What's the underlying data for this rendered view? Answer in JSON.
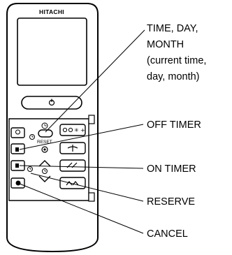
{
  "remote": {
    "brand": "HITACHI",
    "reset_label": "RESET"
  },
  "callouts": {
    "time_day_month": [
      "TIME, DAY,",
      "MONTH",
      "(current time,",
      "day, month)"
    ],
    "off_timer": "OFF TIMER",
    "on_timer": "ON TIMER",
    "reserve": "RESERVE",
    "cancel": "CANCEL"
  }
}
